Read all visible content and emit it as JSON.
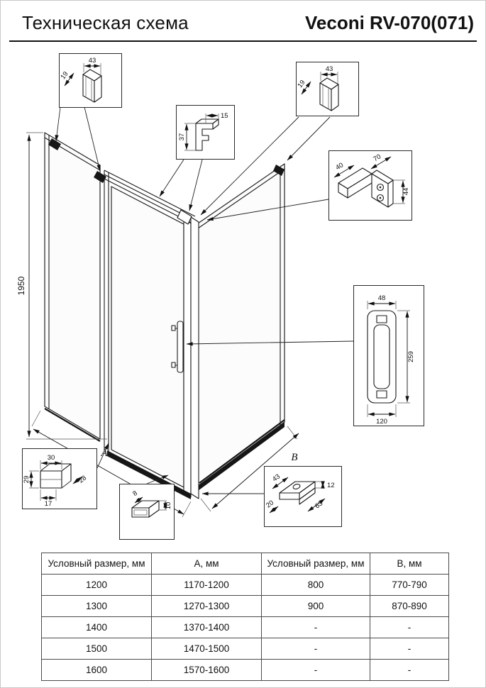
{
  "header": {
    "title_left": "Техническая схема",
    "title_right": "Veconi RV-070(071)"
  },
  "drawing": {
    "dim_height": "1950",
    "dim_width_front": "А",
    "dim_width_side": "В",
    "details": {
      "wall_profile": {
        "depth": "19",
        "width": "43"
      },
      "glass_clamp": {
        "width": "15",
        "height": "37"
      },
      "corner_bracket": {
        "d1": "40",
        "d2": "70",
        "d3": "44"
      },
      "handle": {
        "width": "48",
        "height": "259",
        "length": "120"
      },
      "hinge_block": {
        "d1": "30",
        "d2": "29",
        "d3": "17",
        "d4": "28"
      },
      "bottom_rail": {
        "d1": "8",
        "d2": "10"
      },
      "threshold": {
        "d1": "43",
        "d2": "12",
        "d3": "63",
        "d4": "20"
      }
    }
  },
  "table": {
    "headers": [
      "Условный размер, мм",
      "А, мм",
      "Условный размер, мм",
      "В, мм"
    ],
    "rows": [
      [
        "1200",
        "1170-1200",
        "800",
        "770-790"
      ],
      [
        "1300",
        "1270-1300",
        "900",
        "870-890"
      ],
      [
        "1400",
        "1370-1400",
        "-",
        "-"
      ],
      [
        "1500",
        "1470-1500",
        "-",
        "-"
      ],
      [
        "1600",
        "1570-1600",
        "-",
        "-"
      ]
    ]
  }
}
